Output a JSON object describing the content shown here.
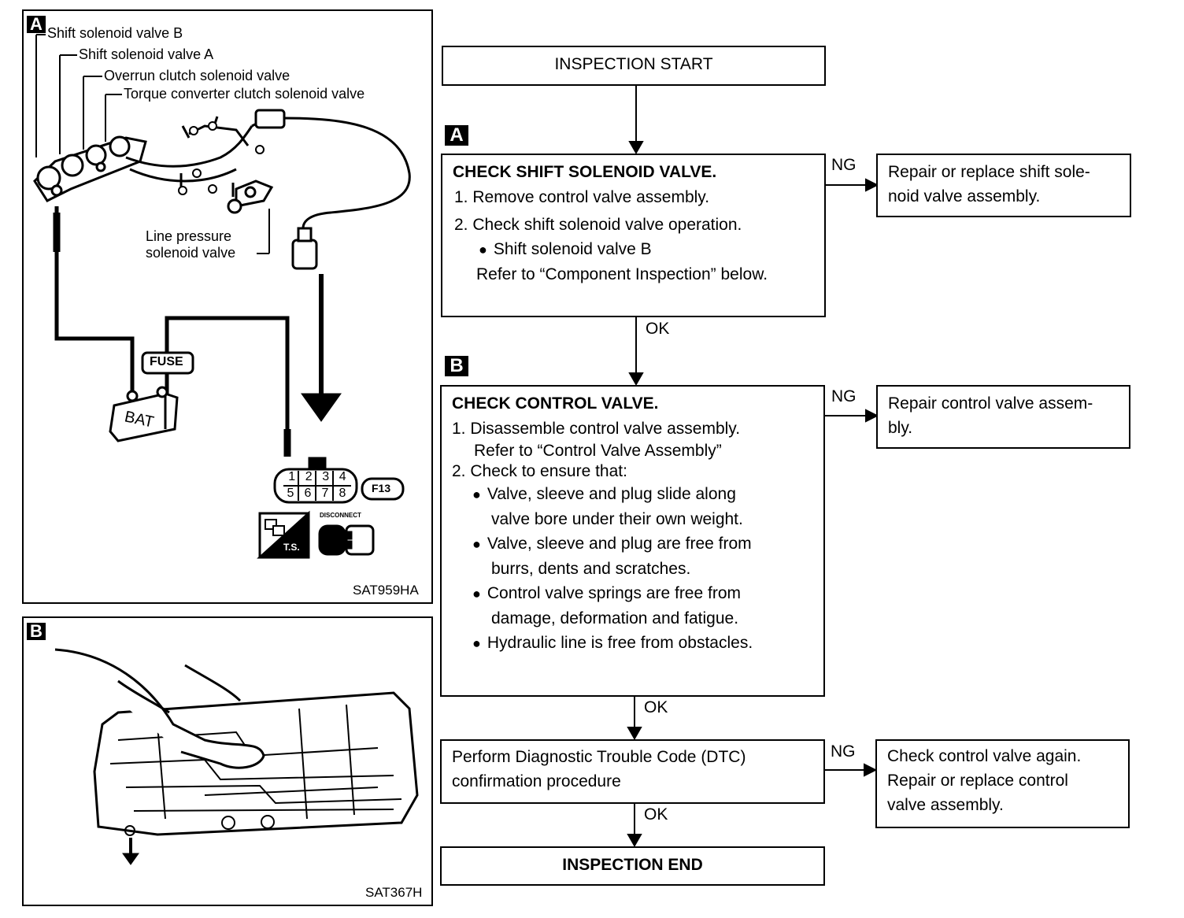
{
  "diagram_a": {
    "tag": "A",
    "labels": {
      "valve_b": "Shift solenoid valve B",
      "valve_a": "Shift solenoid valve A",
      "overrun": "Overrun clutch solenoid valve",
      "tcc": "Torque converter clutch solenoid valve",
      "line_pressure_1": "Line pressure",
      "line_pressure_2": "solenoid valve",
      "fuse": "FUSE",
      "bat": "BAT",
      "connector_id": "F13",
      "connector_pins_top": [
        "1",
        "2",
        "3",
        "4"
      ],
      "connector_pins_bottom": [
        "5",
        "6",
        "7",
        "8"
      ],
      "ts": "T.S.",
      "disconnect": "DISCONNECT",
      "code": "SAT959HA"
    }
  },
  "diagram_b": {
    "tag": "B",
    "code": "SAT367H"
  },
  "flowchart": {
    "start": "INSPECTION START",
    "step_a": {
      "tag": "A",
      "title": "CHECK SHIFT SOLENOID VALVE.",
      "lines": [
        "1. Remove control valve assembly.",
        "2. Check shift solenoid valve operation.",
        "Shift solenoid valve B",
        "Refer to “Component Inspection” below."
      ],
      "ng_label": "NG",
      "ng_action": [
        "Repair or replace shift sole-",
        "noid valve assembly."
      ],
      "ok_label": "OK"
    },
    "step_b": {
      "tag": "B",
      "title": "CHECK CONTROL VALVE.",
      "lines": [
        "1. Disassemble control valve assembly.",
        "Refer to “Control Valve Assembly”",
        "2. Check to ensure that:"
      ],
      "bullets": [
        [
          "Valve, sleeve and plug slide along",
          "valve bore under their own weight."
        ],
        [
          "Valve, sleeve and plug are free from",
          "burrs, dents and scratches."
        ],
        [
          "Control valve springs are free from",
          "damage, deformation and fatigue."
        ],
        [
          "Hydraulic line is free from obstacles."
        ]
      ],
      "ng_label": "NG",
      "ng_action": [
        "Repair control valve assem-",
        "bly."
      ],
      "ok_label": "OK"
    },
    "step_c": {
      "lines": [
        "Perform Diagnostic Trouble Code (DTC)",
        "confirmation procedure"
      ],
      "ng_label": "NG",
      "ng_action": [
        "Check control valve again.",
        "Repair or replace control",
        "valve assembly."
      ],
      "ok_label": "OK"
    },
    "end": "INSPECTION END"
  }
}
